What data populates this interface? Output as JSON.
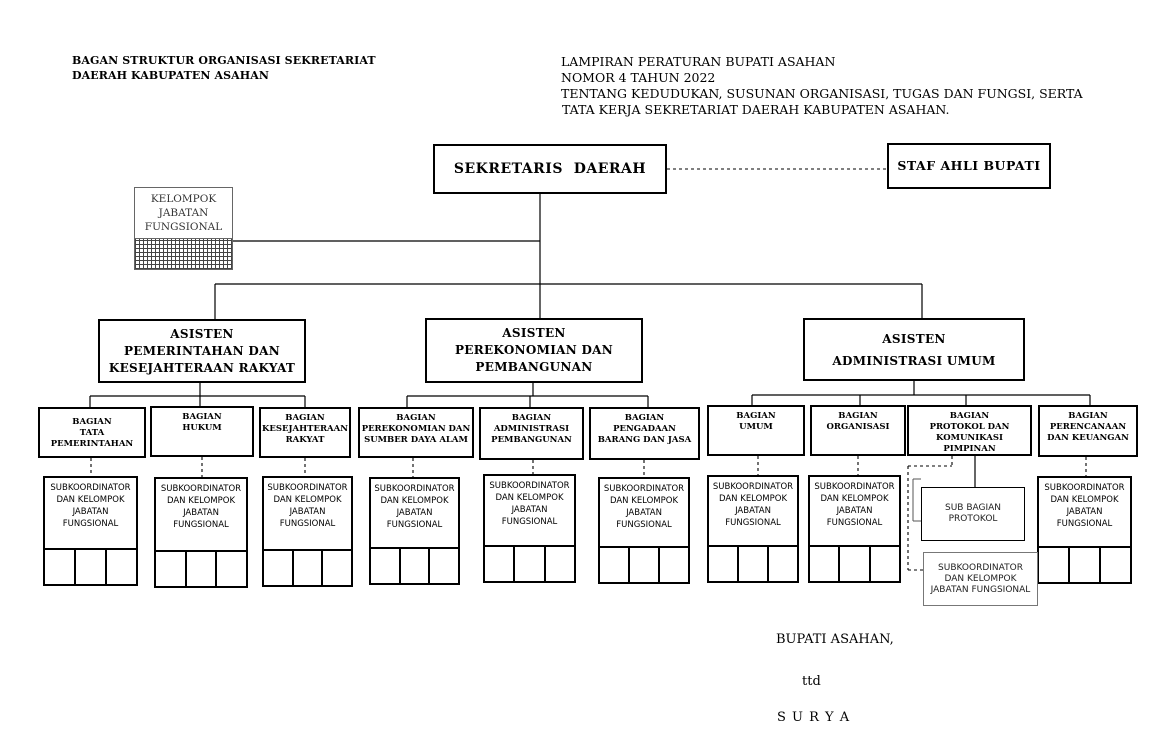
{
  "header": {
    "left_title": [
      "BAGAN STRUKTUR ORGANISASI SEKRETARIAT",
      "DAERAH KABUPATEN ASAHAN"
    ],
    "right_title": [
      "LAMPIRAN PERATURAN BUPATI ASAHAN",
      "NOMOR 4 TAHUN 2022",
      "TENTANG KEDUDUKAN, SUSUNAN ORGANISASI, TUGAS DAN FUNGSI, SERTA",
      "TATA KERJA SEKRETARIAT DAERAH KABUPATEN ASAHAN."
    ]
  },
  "top": {
    "sekda": "SEKRETARIS  DAERAH",
    "staf_ahli": "STAF AHLI BUPATI",
    "kelompok": [
      "KELOMPOK",
      "JABATAN",
      "FUNGSIONAL"
    ]
  },
  "asisten": [
    {
      "label": [
        "ASISTEN",
        "PEMERINTAHAN DAN",
        "KESEJAHTERAAN RAKYAT"
      ]
    },
    {
      "label": [
        "ASISTEN",
        "PEREKONOMIAN DAN",
        "PEMBANGUNAN"
      ]
    },
    {
      "label": [
        "ASISTEN",
        "ADMINISTRASI UMUM"
      ]
    }
  ],
  "bagian": [
    {
      "label": [
        "BAGIAN",
        "TATA",
        "PEMERINTAHAN"
      ]
    },
    {
      "label": [
        "BAGIAN",
        "HUKUM"
      ]
    },
    {
      "label": [
        "BAGIAN",
        "KESEJAHTERAAN",
        "RAKYAT"
      ]
    },
    {
      "label": [
        "BAGIAN",
        "PEREKONOMIAN DAN",
        "SUMBER DAYA ALAM"
      ]
    },
    {
      "label": [
        "BAGIAN",
        "ADMINISTRASI",
        "PEMBANGUNAN"
      ]
    },
    {
      "label": [
        "BAGIAN",
        "PENGADAAN",
        "BARANG DAN JASA"
      ]
    },
    {
      "label": [
        "BAGIAN",
        "UMUM"
      ]
    },
    {
      "label": [
        "BAGIAN",
        "ORGANISASI"
      ]
    },
    {
      "label": [
        "BAGIAN",
        "PROTOKOL DAN",
        "KOMUNIKASI PIMPINAN"
      ]
    },
    {
      "label": [
        "BAGIAN",
        "PERENCANAAN",
        "DAN KEUANGAN"
      ]
    }
  ],
  "sub_label": "SUBKOORDINATOR\nDAN KELOMPOK\nJABATAN\nFUNGSIONAL",
  "protokol": {
    "sub_bagian": [
      "SUB BAGIAN",
      "PROTOKOL"
    ],
    "sub_koordinator": [
      "SUBKOORDINATOR",
      "DAN KELOMPOK",
      "JABATAN FUNGSIONAL"
    ]
  },
  "signature": {
    "title": "BUPATI ASAHAN,",
    "ttd": "ttd",
    "name": "S U R Y A"
  }
}
